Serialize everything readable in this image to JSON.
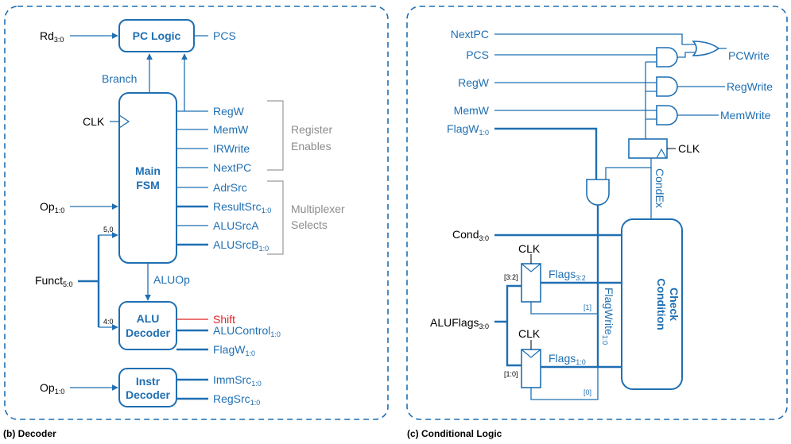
{
  "decoder": {
    "caption": "(b) Decoder",
    "pc_logic": "PC Logic",
    "main_fsm": [
      "Main",
      "FSM"
    ],
    "alu_decoder": [
      "ALU",
      "Decoder"
    ],
    "instr_decoder": [
      "Instr",
      "Decoder"
    ],
    "inputs": {
      "rd": {
        "base": "Rd",
        "sub": "3:0"
      },
      "clk": "CLK",
      "op": {
        "base": "Op",
        "sub": "1:0"
      },
      "funct": {
        "base": "Funct",
        "sub": "5:0"
      },
      "op2": {
        "base": "Op",
        "sub": "1:0"
      },
      "funct_hi": "5,0",
      "funct_lo": "4:0"
    },
    "pcs": "PCS",
    "branch": "Branch",
    "aluop": "ALUOp",
    "fsm_outputs": [
      {
        "base": "RegW",
        "sub": ""
      },
      {
        "base": "MemW",
        "sub": ""
      },
      {
        "base": "IRWrite",
        "sub": ""
      },
      {
        "base": "NextPC",
        "sub": ""
      },
      {
        "base": "AdrSrc",
        "sub": ""
      },
      {
        "base": "ResultSrc",
        "sub": "1:0"
      },
      {
        "base": "ALUSrcA",
        "sub": ""
      },
      {
        "base": "ALUSrcB",
        "sub": "1:0"
      }
    ],
    "alu_outputs": [
      {
        "base": "Shift",
        "sub": ""
      },
      {
        "base": "ALUControl",
        "sub": "1:0"
      },
      {
        "base": "FlagW",
        "sub": "1:0"
      }
    ],
    "instr_outputs": [
      {
        "base": "ImmSrc",
        "sub": "1:0"
      },
      {
        "base": "RegSrc",
        "sub": "1:0"
      }
    ],
    "register_enables": [
      "Register",
      "Enables"
    ],
    "multiplexer_selects": [
      "Multiplexer",
      "Selects"
    ]
  },
  "cond": {
    "caption": "(c) Conditional Logic",
    "inputs": {
      "nextpc": "NextPC",
      "pcs": "PCS",
      "regw": "RegW",
      "memw": "MemW",
      "flagw": {
        "base": "FlagW",
        "sub": "1:0"
      },
      "cond": {
        "base": "Cond",
        "sub": "3:0"
      },
      "aluflags": {
        "base": "ALUFlags",
        "sub": "3:0"
      }
    },
    "outputs": [
      "PCWrite",
      "RegWrite",
      "MemWrite"
    ],
    "clk": "CLK",
    "condex": "CondEx",
    "flags_hi": {
      "base": "Flags",
      "sub": "3:2"
    },
    "flags_lo": {
      "base": "Flags",
      "sub": "1:0"
    },
    "bit_hi": "[3:2]",
    "bit_lo": "[1:0]",
    "bit1": "[1]",
    "bit0": "[0]",
    "flagwrite": {
      "base": "FlagWrite",
      "sub": "1:0"
    },
    "condition_check": [
      "Condition",
      "Check"
    ]
  },
  "colors": {
    "wire": "#1f6fb2",
    "label": "#8c8c8c",
    "highlight": "#e32222"
  }
}
